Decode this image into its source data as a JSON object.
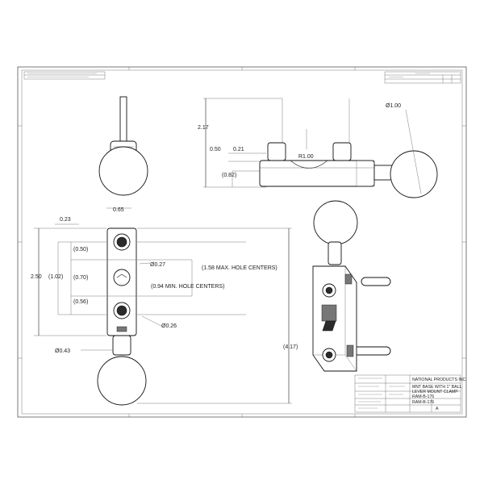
{
  "drawing": {
    "company": "NATIONAL PRODUCTS INC.",
    "title_lines": [
      "MNT BASE WITH 1\" BALL",
      "LEVER MOUNT CLAMP",
      "RAM-B-176"
    ],
    "drawing_no": "RAM-B-176",
    "rev": "A"
  },
  "dimensions": {
    "top_height": "2.17",
    "top_050": "0.50",
    "top_021": "0.21",
    "radius": "R1.00",
    "top_082": "(0.82)",
    "ball_dia_top": "Ø1.00",
    "front_065": "0.65",
    "front_023": "0.23",
    "front_050": "(0.50)",
    "front_070": "(0.70)",
    "front_056": "(0.56)",
    "height_250": "2.50",
    "height_102": "(1.02)",
    "center_hole": "Ø0.27",
    "small_hole": "Ø0.26",
    "ball_dia": "Ø0.43",
    "max_centers": "(1.58 MAX. HOLE CENTERS)",
    "min_centers": "(0.94 MIN. HOLE CENTERS)",
    "overall": "(4.17)"
  }
}
